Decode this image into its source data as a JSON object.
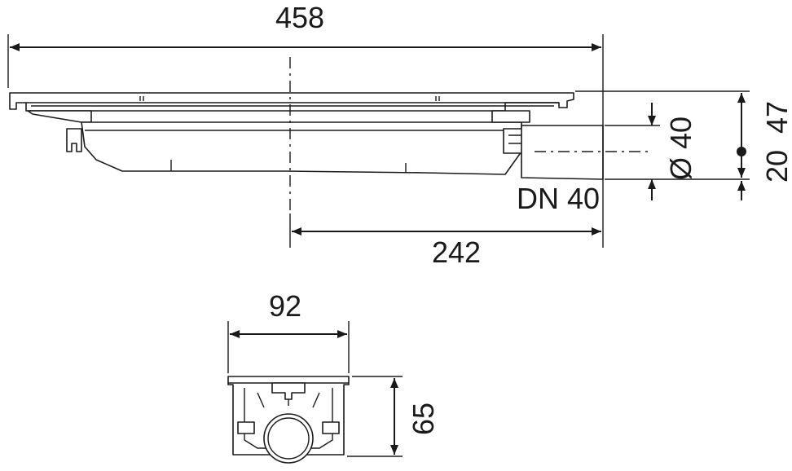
{
  "dimensions": {
    "overall_length": "458",
    "outlet_offset": "242",
    "outlet_diameter": "Ø 40",
    "outlet_axis_height": "20",
    "total_height": "47",
    "pipe_size": "DN 40",
    "section_width": "92",
    "section_height": "65"
  }
}
